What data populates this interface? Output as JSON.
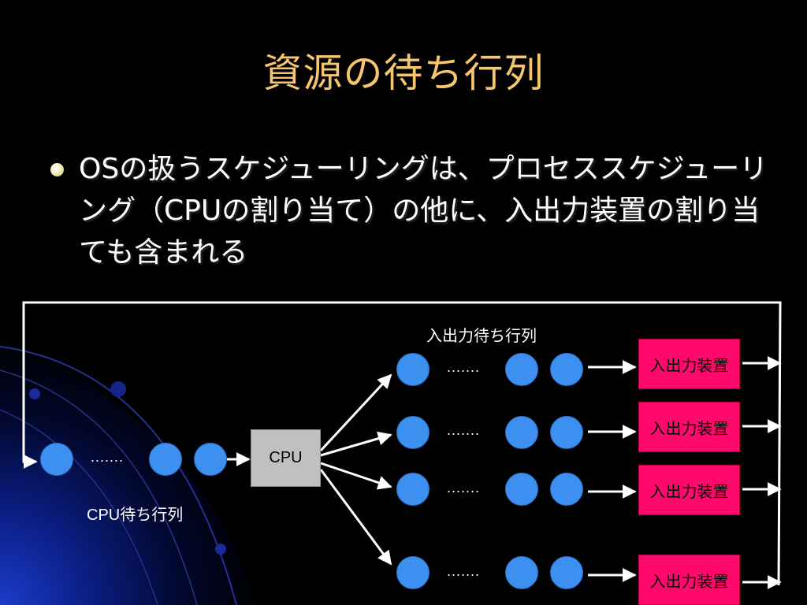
{
  "slide": {
    "title": "資源の待ち行列",
    "bullet": "OSの扱うスケジューリングは、プロセススケジューリング（CPUの割り当て）の他に、入出力装置の割り当ても含まれる"
  },
  "diagram": {
    "cpu_label": "CPU",
    "cpu_queue_label": "CPU待ち行列",
    "io_queue_label": "入出力待ち行列",
    "ellipsis": ".......",
    "io_devices": [
      {
        "label": "入出力装置"
      },
      {
        "label": "入出力装置"
      },
      {
        "label": "入出力装置"
      },
      {
        "label": "入出力装置"
      }
    ]
  },
  "colors": {
    "title": "#f5c66b",
    "node": "#3d8ff0",
    "io_device": "#ff0a6c",
    "cpu_box": "#c0c0c0"
  }
}
